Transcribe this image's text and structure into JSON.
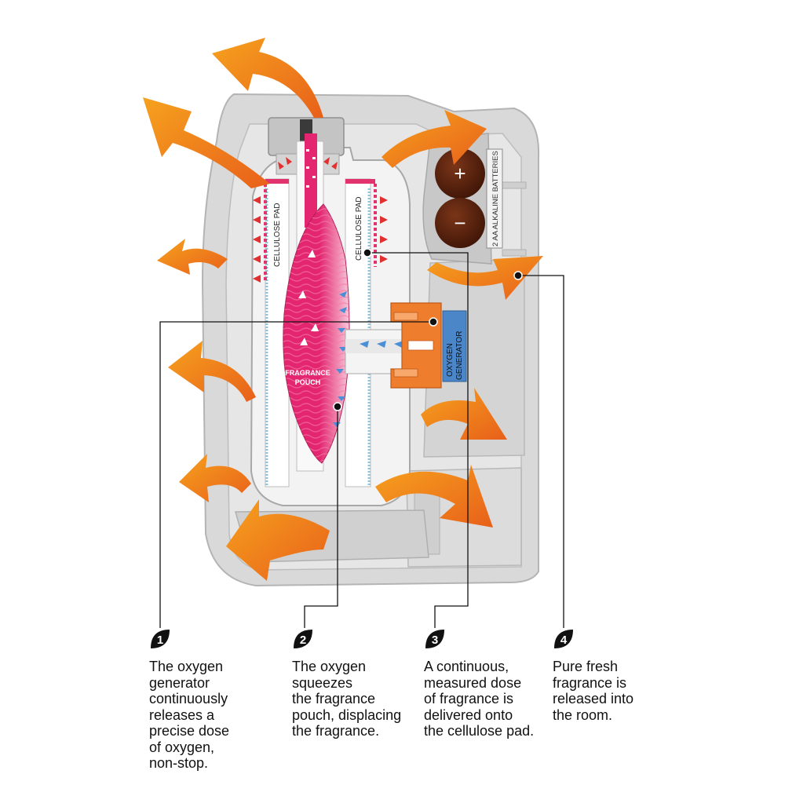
{
  "diagram": {
    "labels": {
      "cellulose_pad_left": "CELLULOSE  PAD",
      "cellulose_pad_right": "CELLULOSE  PAD",
      "fragrance_pouch": [
        "FRAGRANCE",
        "POUCH"
      ],
      "oxygen_generator": [
        "OXYGEN",
        "GENERATOR"
      ],
      "batteries": "2 AA ALKALINE BATTERIES",
      "battery_plus": "+",
      "battery_minus": "−"
    }
  },
  "steps": [
    {
      "number": "1",
      "lines": [
        "The oxygen",
        "generator",
        "continuously",
        "releases a",
        "precise dose",
        "of oxygen,",
        "non-stop."
      ]
    },
    {
      "number": "2",
      "lines": [
        "The oxygen",
        "squeezes",
        "the fragrance",
        "pouch, displacing",
        "the fragrance."
      ]
    },
    {
      "number": "3",
      "lines": [
        "A continuous,",
        "measured dose",
        "of fragrance is",
        "delivered onto",
        "the cellulose pad."
      ]
    },
    {
      "number": "4",
      "lines": [
        "Pure fresh",
        "fragrance is",
        "released into",
        "the room."
      ]
    }
  ],
  "colors": {
    "arrow": "#ef7d1d",
    "pouch": "#e3266f",
    "oxygen_generator": "#4a86c8",
    "housing": "#d6d6d6",
    "battery": "#5a2410"
  }
}
